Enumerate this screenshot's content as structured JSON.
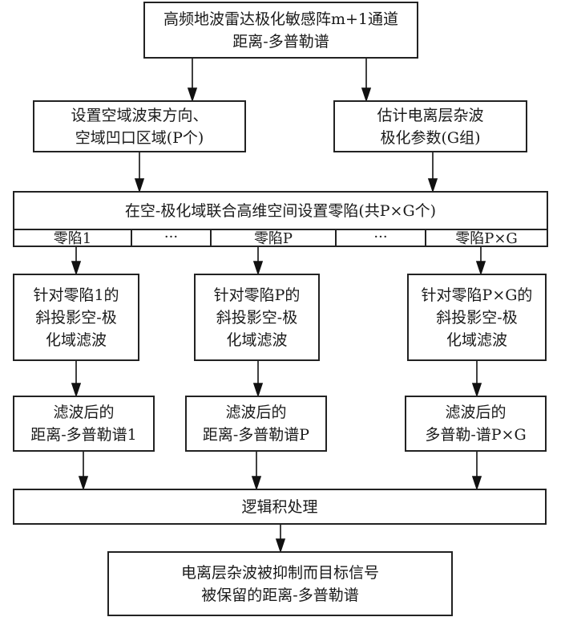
{
  "diagram": {
    "title_box": {
      "lines": [
        "高频地波雷达极化敏感阵m+1通道",
        "距离-多普勒谱"
      ]
    },
    "left_box": {
      "lines": [
        "设置空域波束方向、",
        "空域凹口区域(P个)"
      ]
    },
    "right_box": {
      "lines": [
        "估计电离层杂波",
        "极化参数(G组)"
      ]
    },
    "null_box": {
      "title": "在空-极化域联合高维空间设置零陷(共P×G个)",
      "cells": [
        "零陷1",
        "···",
        "零陷P",
        "···",
        "零陷P×G"
      ]
    },
    "filter_boxes": [
      {
        "lines": [
          "针对零陷1的",
          "斜投影空-极",
          "化域滤波"
        ]
      },
      {
        "lines": [
          "针对零陷P的",
          "斜投影空-极",
          "化域滤波"
        ]
      },
      {
        "lines": [
          "针对零陷P×G的",
          "斜投影空-极",
          "化域滤波"
        ]
      }
    ],
    "spectrum_boxes": [
      {
        "lines": [
          "滤波后的",
          "距离-多普勒谱1"
        ]
      },
      {
        "lines": [
          "滤波后的",
          "距离-多普勒谱P"
        ]
      },
      {
        "lines": [
          "滤波后的",
          "多普勒-谱P×G"
        ]
      }
    ],
    "logic_box": {
      "label": "逻辑积处理"
    },
    "result_box": {
      "lines": [
        "电离层杂波被抑制而目标信号",
        "被保留的距离-多普勒谱"
      ]
    }
  }
}
